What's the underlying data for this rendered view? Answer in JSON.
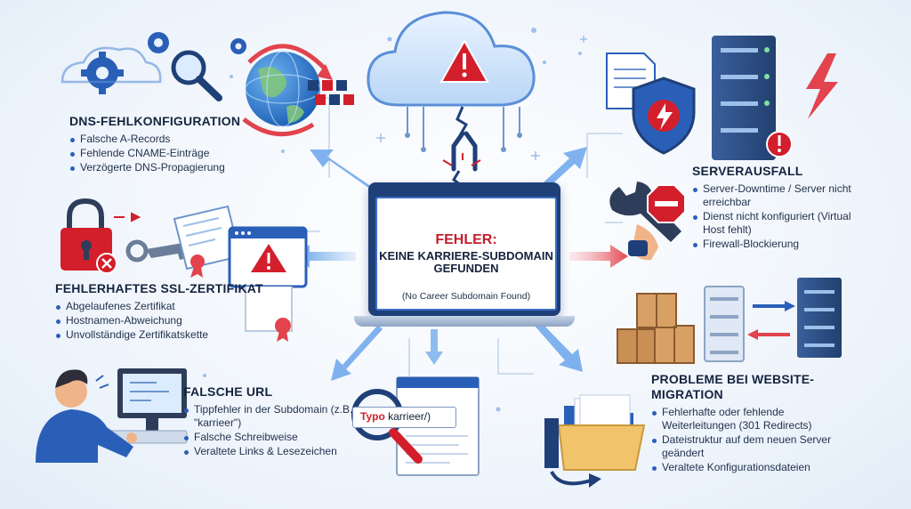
{
  "center": {
    "title": "FEHLER:",
    "message": "KEINE KARRIERE-SUBDOMAIN GEFUNDEN",
    "subtitle": "(No Career Subdomain Found)"
  },
  "sections": {
    "dns": {
      "heading": "DNS-FEHLKONFIGURATION",
      "items": [
        "Falsche A-Records",
        "Fehlende CNAME-Einträge",
        "Verzögerte DNS-Propagierung"
      ]
    },
    "ssl": {
      "heading": "FEHLERHAFTES SSL-ZERTIFIKAT",
      "items": [
        "Abgelaufenes Zertifikat",
        "Hostnamen-Abweichung",
        "Unvollständige Zertifikatskette"
      ]
    },
    "url": {
      "heading": "FALSCHE URL",
      "items": [
        "Tippfehler in der Subdomain (z.B. \"karrieer\")",
        "Falsche Schreibweise",
        "Veraltete Links & Lesezeichen"
      ]
    },
    "server": {
      "heading": "SERVERAUSFALL",
      "items": [
        "Server-Downtime / Server nicht erreichbar",
        "Dienst nicht konfiguriert (Virtual Host fehlt)",
        "Firewall-Blockierung"
      ]
    },
    "migration": {
      "heading": "PROBLEME BEI WEBSITE-MIGRATION",
      "items": [
        "Fehlerhafte oder fehlende Weiterleitungen (301 Redirects)",
        "Dateistruktur auf dem neuen Server geändert",
        "Veraltete Konfigurationsdateien"
      ]
    }
  },
  "search": {
    "typo_label": "Typo",
    "query": "karrieer/)"
  },
  "icons": [
    "gear-icon",
    "magnifier-icon",
    "globe-icon",
    "cloud-warning-icon",
    "document-icon",
    "shield-icon",
    "server-rack-icon",
    "lightning-icon",
    "padlock-icon",
    "key-icon",
    "certificate-icon",
    "browser-warning-icon",
    "wrench-icon",
    "stop-sign-icon",
    "boxes-icon",
    "folder-icon",
    "user-at-computer-icon"
  ],
  "colors": {
    "accent_blue": "#2a5fb8",
    "error_red": "#d21f2b",
    "dark_navy": "#1f3f78"
  }
}
